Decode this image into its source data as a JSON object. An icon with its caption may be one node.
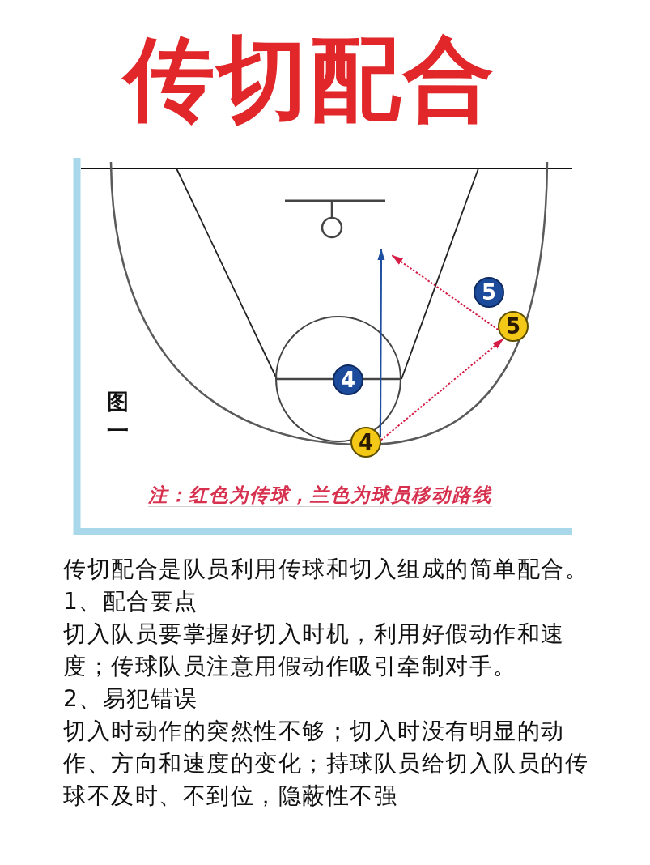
{
  "diagram": {
    "title": "传切配合",
    "nodes": [
      {
        "text": [
          "5"
        ]
      },
      {
        "text": [
          "5"
        ]
      },
      {
        "text": [
          "4"
        ]
      },
      {
        "text": [
          "4"
        ]
      }
    ],
    "edges": [
      {
        "from": 3,
        "to": null,
        "arrow": "to",
        "color": "#1f4fa0"
      },
      {
        "from": 3,
        "to": 1,
        "arrow": "to",
        "style": "dashed"
      },
      {
        "from": 1,
        "to": null,
        "arrow": "to",
        "style": "dashed"
      }
    ],
    "labels": [
      "图一",
      "注：红色为传球，兰色为球员移动路线",
      "传切配合是队员利用传球和切入组成的简单配合。",
      "1、配合要点",
      "切入队员要掌握好切入时机，利用好假动作和速度；传球队员注意用假动作吸引牵制对手。",
      "2、易犯错误",
      "切入时动作的突然性不够；切入时没有明显的动作、方向和速度的变化；持球队员给切入队员的传球不及时、不到位，隐蔽性不强"
    ]
  }
}
